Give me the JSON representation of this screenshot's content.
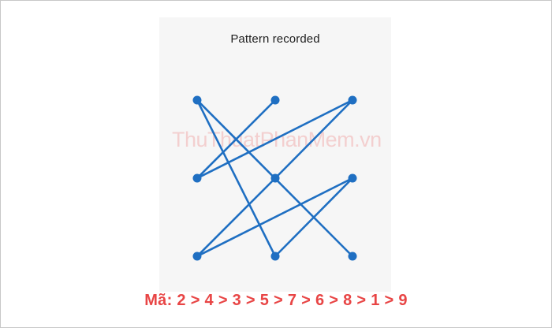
{
  "screen": {
    "status_text": "Pattern recorded",
    "watermark": "ThuThuatPhanMem.vn",
    "code_label": "Mã: 2 > 4 > 3 > 5 > 7 > 6 > 8 > 1 > 9"
  },
  "pattern": {
    "sequence": [
      2,
      4,
      3,
      5,
      7,
      6,
      8,
      1,
      9
    ],
    "grid_size": 3,
    "line_color": "#1f6fc2",
    "dot_color": "#1f6fc2"
  },
  "colors": {
    "code_text": "#e84545",
    "panel_background": "#f6f6f6",
    "watermark": "#f3c9c9"
  }
}
